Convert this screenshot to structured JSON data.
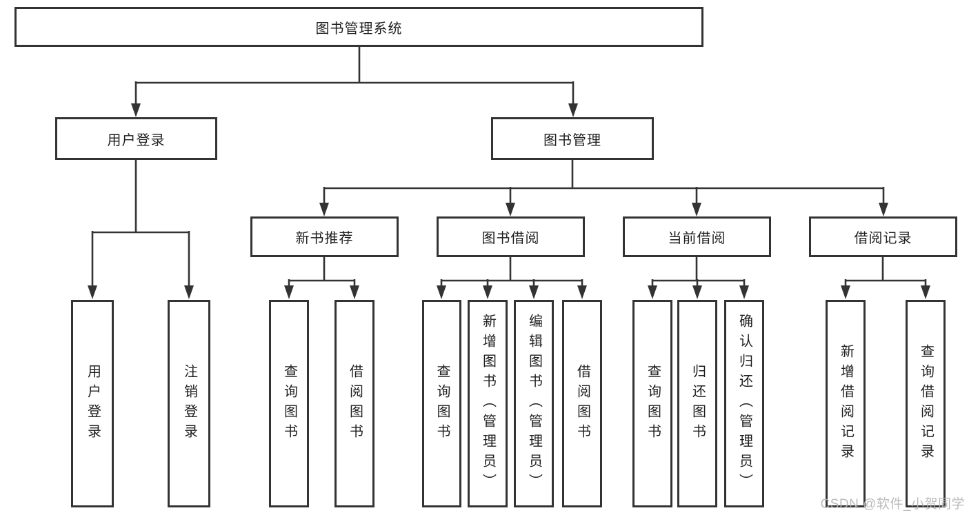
{
  "colors": {
    "line": "#333333",
    "box_border": "#333333",
    "text": "#1f1f1f",
    "watermark": "#b5b5b5"
  },
  "watermark": {
    "text": "CSDN @软件_小贺同学"
  },
  "diagram": {
    "type": "tree",
    "root": {
      "label": "图书管理系统"
    },
    "level2": [
      {
        "label": "用户登录",
        "parent": "图书管理系统"
      },
      {
        "label": "图书管理",
        "parent": "图书管理系统"
      }
    ],
    "level3": [
      {
        "label": "新书推荐",
        "parent": "图书管理"
      },
      {
        "label": "图书借阅",
        "parent": "图书管理"
      },
      {
        "label": "当前借阅",
        "parent": "图书管理"
      },
      {
        "label": "借阅记录",
        "parent": "图书管理"
      }
    ],
    "leaves": [
      {
        "label": "用户登录",
        "parent": "用户登录"
      },
      {
        "label": "注销登录",
        "parent": "用户登录"
      },
      {
        "label": "查询图书",
        "parent": "新书推荐"
      },
      {
        "label": "借阅图书",
        "parent": "新书推荐"
      },
      {
        "label": "查询图书",
        "parent": "图书借阅"
      },
      {
        "label": "新增图书（管理员）",
        "parent": "图书借阅"
      },
      {
        "label": "编辑图书（管理员）",
        "parent": "图书借阅"
      },
      {
        "label": "借阅图书",
        "parent": "图书借阅"
      },
      {
        "label": "查询图书",
        "parent": "当前借阅"
      },
      {
        "label": "归还图书",
        "parent": "当前借阅"
      },
      {
        "label": "确认归还（管理员）",
        "parent": "当前借阅"
      },
      {
        "label": "新增借阅记录",
        "parent": "借阅记录"
      },
      {
        "label": "查询借阅记录",
        "parent": "借阅记录"
      }
    ]
  }
}
